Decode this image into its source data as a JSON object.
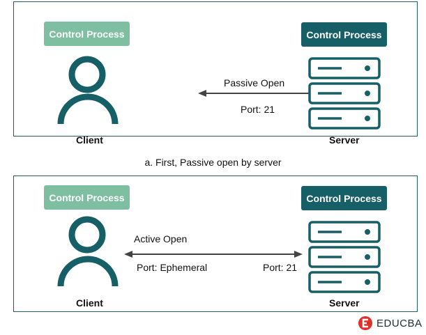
{
  "panel_a": {
    "client_box_label": "Control Process",
    "server_box_label": "Control Process",
    "client_label": "Client",
    "server_label": "Server",
    "arrow_top_label": "Passive Open",
    "arrow_bottom_label": "Port: 21"
  },
  "caption_a": "a. First, Passive open by server",
  "panel_b": {
    "client_box_label": "Control Process",
    "server_box_label": "Control Process",
    "client_label": "Client",
    "server_label": "Server",
    "arrow_top_label": "Active Open",
    "arrow_left_label": "Port: Ephemeral",
    "arrow_right_label": "Port: 21"
  },
  "brand": {
    "name": "EDUCBA"
  },
  "colors": {
    "light_teal": "#7dbfa0",
    "dark_teal": "#175f66",
    "arrow": "#444444"
  }
}
